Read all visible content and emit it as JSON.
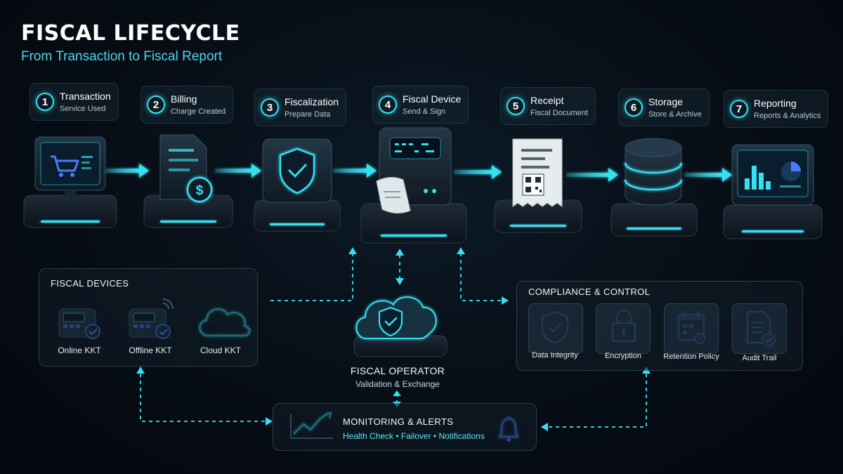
{
  "header": {
    "title": "FISCAL LIFECYCLE",
    "subtitle": "From Transaction to Fiscal Report"
  },
  "steps": [
    {
      "num": "1",
      "name": "Transaction",
      "sub": "Service Used",
      "icon": "shopping-cart-monitor-icon"
    },
    {
      "num": "2",
      "name": "Billing",
      "sub": "Charge Created",
      "icon": "invoice-dollar-icon"
    },
    {
      "num": "3",
      "name": "Fiscalization",
      "sub": "Prepare Data",
      "icon": "shield-check-icon"
    },
    {
      "num": "4",
      "name": "Fiscal Device",
      "sub": "Send & Sign",
      "icon": "fiscal-printer-icon"
    },
    {
      "num": "5",
      "name": "Receipt",
      "sub": "Fiscal Document",
      "icon": "receipt-qr-icon"
    },
    {
      "num": "6",
      "name": "Storage",
      "sub": "Store & Archive",
      "icon": "database-icon"
    },
    {
      "num": "7",
      "name": "Reporting",
      "sub": "Reports & Analytics",
      "icon": "dashboard-chart-icon"
    }
  ],
  "fiscal_devices": {
    "title": "FISCAL DEVICES",
    "items": [
      {
        "label": "Online KKT",
        "icon": "online-kkt-icon"
      },
      {
        "label": "Offline KKT",
        "icon": "offline-kkt-icon"
      },
      {
        "label": "Cloud KKT",
        "icon": "cloud-icon"
      }
    ]
  },
  "fiscal_operator": {
    "title": "FISCAL OPERATOR",
    "sub": "Validation & Exchange",
    "icon": "cloud-shield-icon"
  },
  "compliance": {
    "title": "COMPLIANCE & CONTROL",
    "items": [
      {
        "label": "Data Integrity",
        "icon": "shield-check-icon"
      },
      {
        "label": "Encryption",
        "icon": "padlock-icon"
      },
      {
        "label": "Retention Policy",
        "icon": "calendar-icon"
      },
      {
        "label": "Audit Trail",
        "icon": "document-check-icon"
      }
    ]
  },
  "monitoring": {
    "title": "MONITORING & ALERTS",
    "sub": "Health Check • Failover • Notifications",
    "icons": [
      "trend-line-icon",
      "bell-icon"
    ]
  },
  "colors": {
    "accent": "#35e0f2",
    "accent_dim": "#1b8fa6",
    "icon_blue": "#4a7bff",
    "background": "#070d15"
  }
}
